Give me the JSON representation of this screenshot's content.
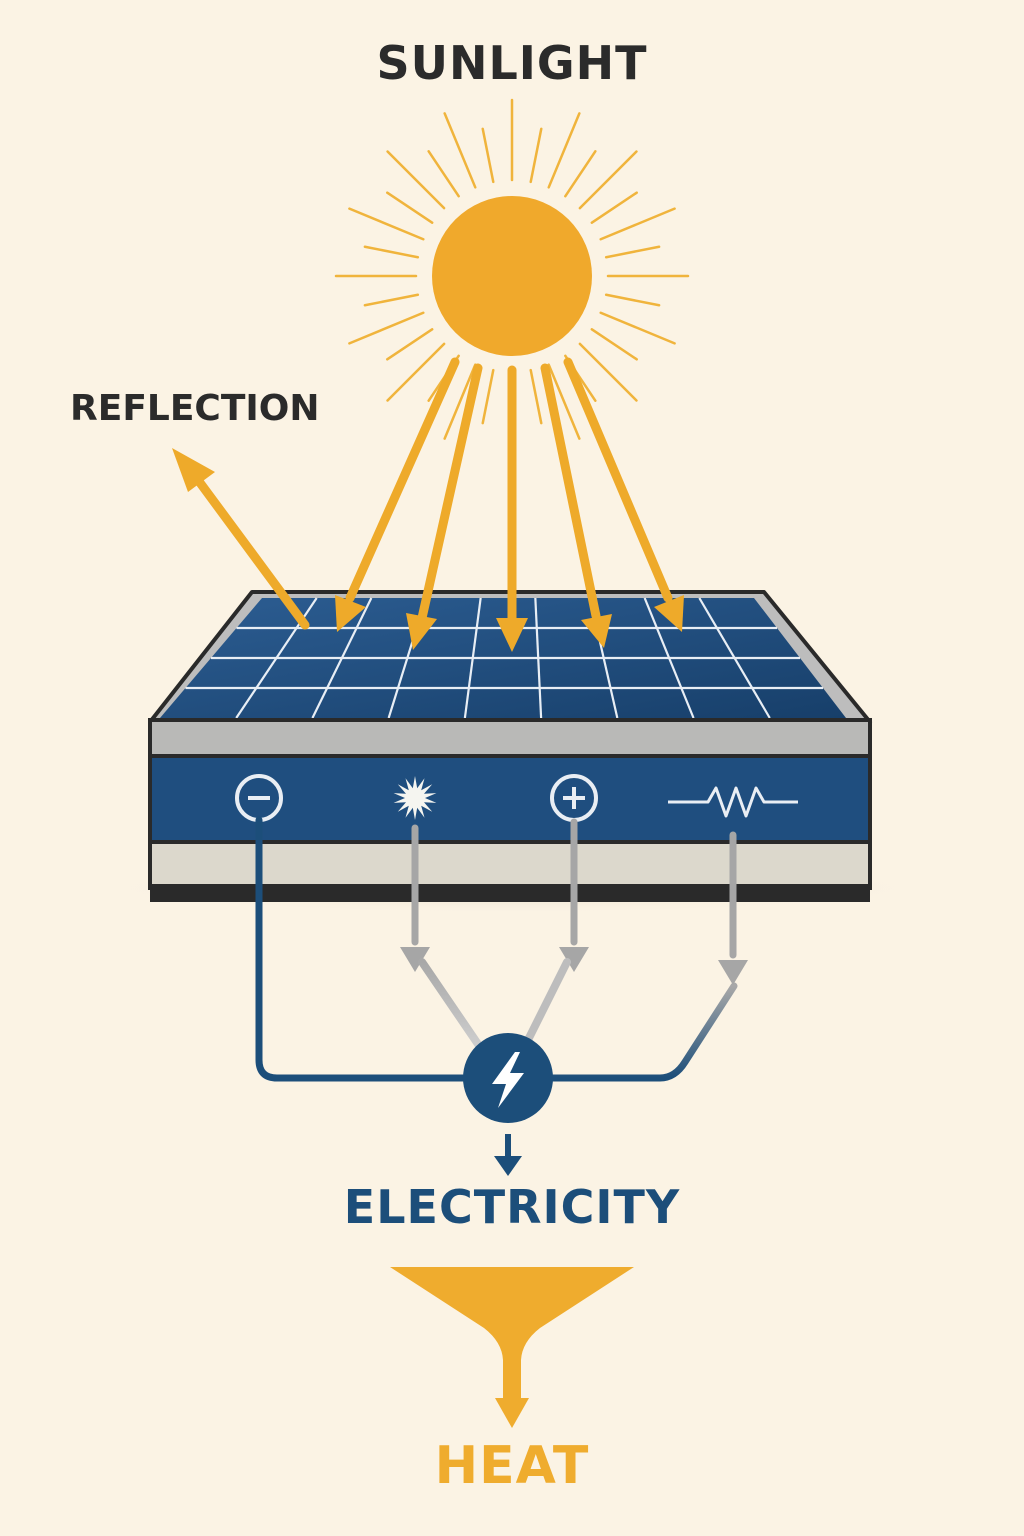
{
  "labels": {
    "sunlight": "SUNLIGHT",
    "reflection": "REFLECTION",
    "electricity": "ELECTRICITY",
    "heat": "HEAT"
  },
  "icons": {
    "sun": "sun-icon",
    "negative_terminal": "minus-circle-icon",
    "light_burst": "starburst-icon",
    "positive_terminal": "plus-circle-icon",
    "resistor": "resistor-icon",
    "lightning": "lightning-bolt-icon",
    "heat_funnel": "funnel-icon"
  },
  "colors": {
    "background": "#fbf3e4",
    "sun": "#f0a92c",
    "ray": "#eeaa2a",
    "text_dark": "#2b2b2b",
    "electric_blue": "#1c4e7a",
    "panel_blue": "#1f4e7f",
    "heat": "#efac2e"
  }
}
